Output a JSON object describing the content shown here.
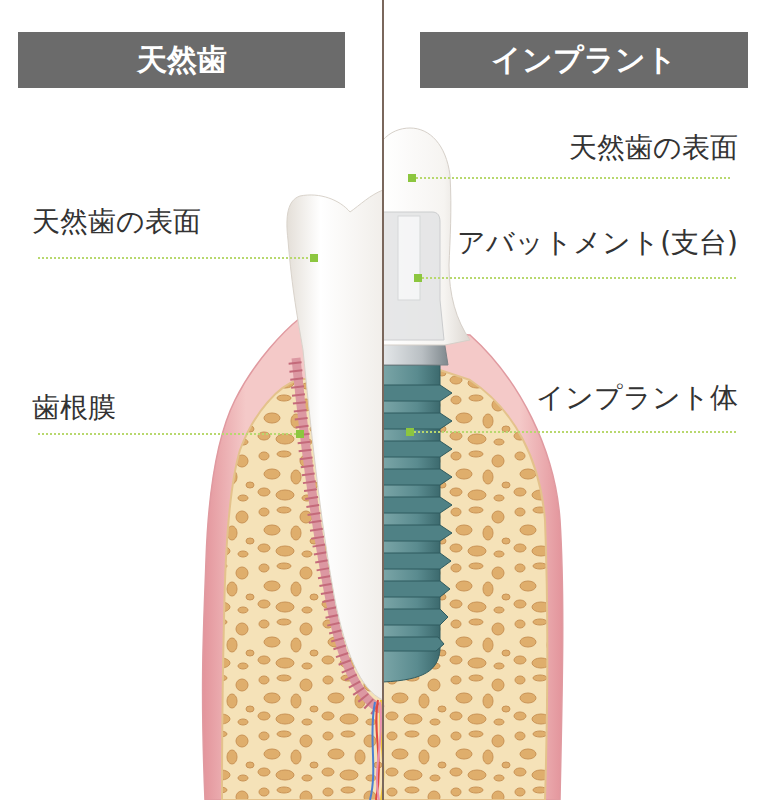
{
  "diagram": {
    "nodes": [
      {
        "text": [
          "天然歯"
        ]
      },
      {
        "text": [
          "インプラント"
        ]
      }
    ],
    "labels": [
      "天然歯の表面",
      "歯根膜",
      "天然歯の表面",
      "アバットメント(支台)",
      "インプラント体"
    ]
  }
}
